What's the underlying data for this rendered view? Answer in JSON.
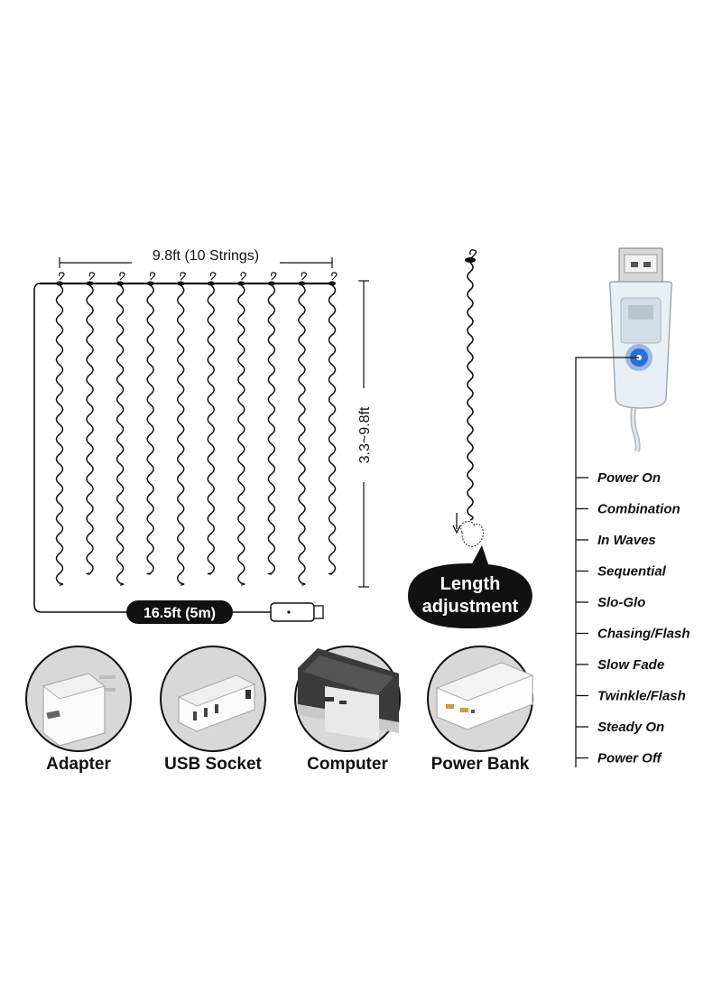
{
  "curtain": {
    "width_label": "9.8ft (10 Strings)",
    "height_label": "3.3~9.8ft",
    "cable_label": "16.5ft (5m)"
  },
  "length_badge": {
    "line1": "Length",
    "line2": "adjustment"
  },
  "power_sources": [
    {
      "label": "Adapter",
      "icon": "adapter-icon"
    },
    {
      "label": "USB Socket",
      "icon": "usb-socket-icon"
    },
    {
      "label": "Computer",
      "icon": "computer-icon"
    },
    {
      "label": "Power Bank",
      "icon": "power-bank-icon"
    }
  ],
  "controller": {
    "icon": "usb-controller-icon",
    "modes": [
      "Power On",
      "Combination",
      "In Waves",
      "Sequential",
      "Slo-Glo",
      "Chasing/Flash",
      "Slow Fade",
      "Twinkle/Flash",
      "Steady On",
      "Power Off"
    ]
  },
  "colors": {
    "line": "#111111",
    "badge_bg": "#111111",
    "badge_text": "#ffffff",
    "button_blue": "#2a6fd6"
  }
}
